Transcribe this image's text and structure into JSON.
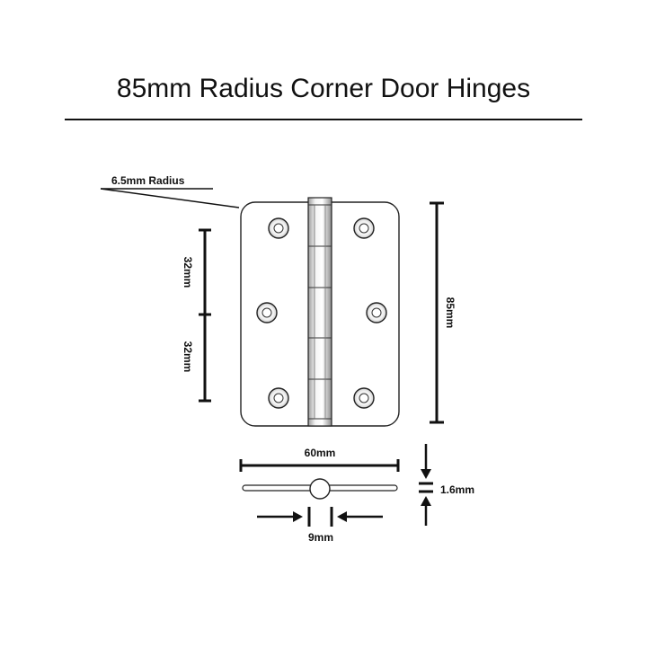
{
  "title": "85mm Radius Corner Door Hinges",
  "dimensions": {
    "corner_radius": "6.5mm Radius",
    "hole_spacing_upper": "32mm",
    "hole_spacing_lower": "32mm",
    "height": "85mm",
    "width": "60mm",
    "thickness": "1.6mm",
    "knuckle_diameter": "9mm"
  }
}
